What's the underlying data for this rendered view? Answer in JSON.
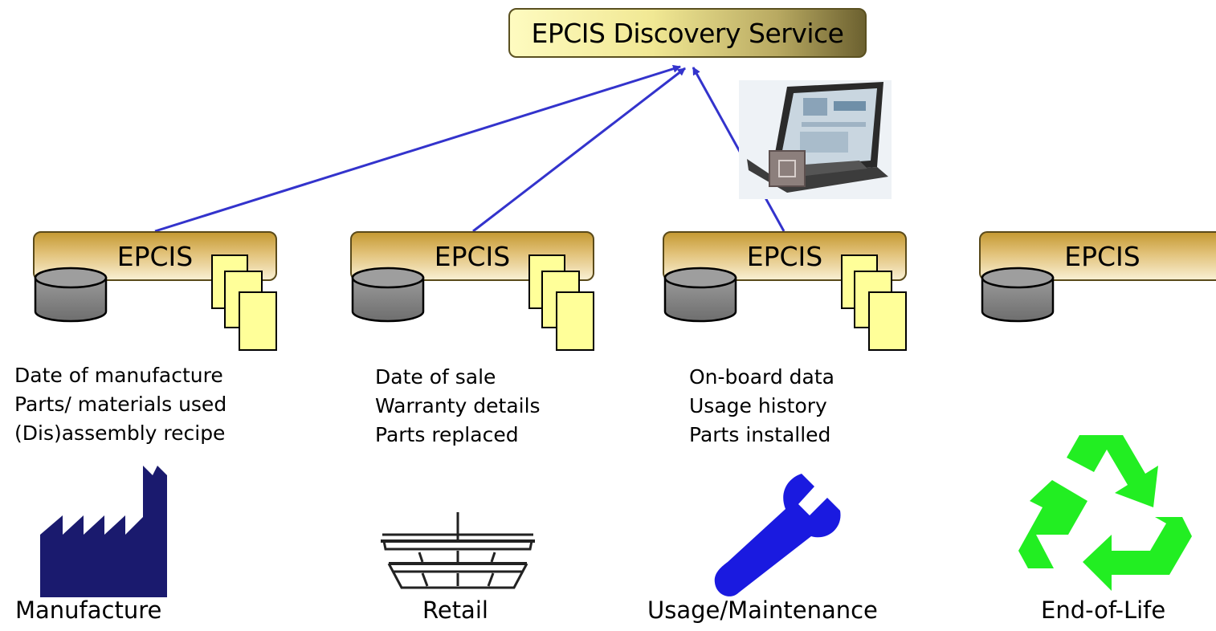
{
  "discovery_service": {
    "label": "EPCIS Discovery Service"
  },
  "epcis_nodes": [
    {
      "label": "EPCIS"
    },
    {
      "label": "EPCIS"
    },
    {
      "label": "EPCIS"
    },
    {
      "label": "EPCIS"
    }
  ],
  "info_lists": [
    {
      "lines": [
        "Date of manufacture",
        "Parts/ materials used",
        "(Dis)assembly recipe"
      ]
    },
    {
      "lines": [
        "Date of sale",
        "Warranty details",
        "Parts replaced"
      ]
    },
    {
      "lines": [
        "On-board data",
        "Usage history",
        "Parts installed"
      ]
    }
  ],
  "stages": [
    {
      "label": "Manufacture",
      "icon": "factory-icon"
    },
    {
      "label": "Retail",
      "icon": "basket-icon"
    },
    {
      "label": "Usage/Maintenance",
      "icon": "wrench-icon"
    },
    {
      "label": "End-of-Life",
      "icon": "recycle-icon"
    }
  ],
  "colors": {
    "arrow": "#3333cc",
    "factory": "#1a1a6e",
    "wrench": "#1a1ae0",
    "recycle": "#22ee22",
    "document": "#ffff99"
  }
}
